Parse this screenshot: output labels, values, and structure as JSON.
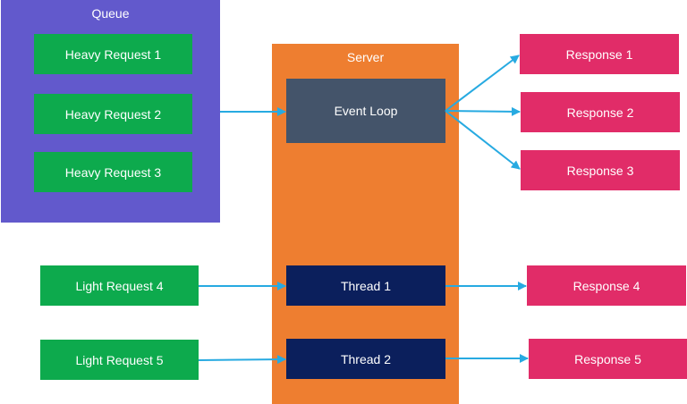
{
  "colors": {
    "queue_bg": "#6259cc",
    "server_bg": "#ee7e30",
    "request_bg": "#0daa4d",
    "response_bg": "#e12c68",
    "event_loop_bg": "#44546a",
    "thread_bg": "#0b1f5c",
    "arrow": "#27aae1"
  },
  "queue": {
    "title": "Queue",
    "items": [
      {
        "label": "Heavy  Request 1"
      },
      {
        "label": "Heavy Request 2"
      },
      {
        "label": "Heavy  Request 3"
      }
    ]
  },
  "server": {
    "title": "Server",
    "event_loop": {
      "label": "Event Loop"
    },
    "threads": [
      {
        "label": "Thread 1"
      },
      {
        "label": "Thread 2"
      }
    ]
  },
  "light_requests": [
    {
      "label": "Light Request 4"
    },
    {
      "label": "Light Request 5"
    }
  ],
  "responses": [
    {
      "label": "Response 1"
    },
    {
      "label": "Response 2"
    },
    {
      "label": "Response 3"
    },
    {
      "label": "Response 4"
    },
    {
      "label": "Response 5"
    }
  ]
}
